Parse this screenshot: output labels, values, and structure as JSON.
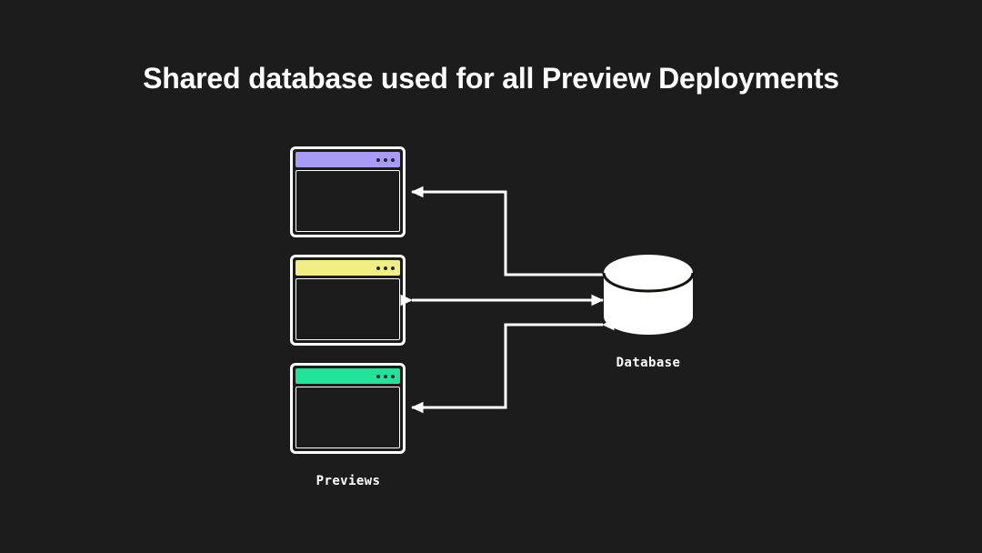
{
  "page": {
    "title": "Shared database used for all Preview Deployments",
    "background_color": "#1c1c1c",
    "foreground_color": "#ffffff"
  },
  "diagram": {
    "type": "architecture-diagram",
    "previews_label": "Previews",
    "database_label": "Database",
    "windows": [
      {
        "name": "preview-window-purple",
        "accent_color": "#a79cf5",
        "dots": 3
      },
      {
        "name": "preview-window-yellow",
        "accent_color": "#f0ef85",
        "dots": 3
      },
      {
        "name": "preview-window-green",
        "accent_color": "#20e39a",
        "dots": 3
      }
    ],
    "database": {
      "shape": "cylinder",
      "fill_color": "#ffffff"
    },
    "connectors": [
      {
        "name": "connector-purple-window",
        "from": "preview-window-purple",
        "to": "database",
        "style": "elbow",
        "arrows": "both"
      },
      {
        "name": "connector-yellow-window",
        "from": "preview-window-yellow",
        "to": "database",
        "style": "straight",
        "arrows": "both"
      },
      {
        "name": "connector-green-window",
        "from": "preview-window-green",
        "to": "database",
        "style": "elbow",
        "arrows": "both"
      }
    ]
  }
}
